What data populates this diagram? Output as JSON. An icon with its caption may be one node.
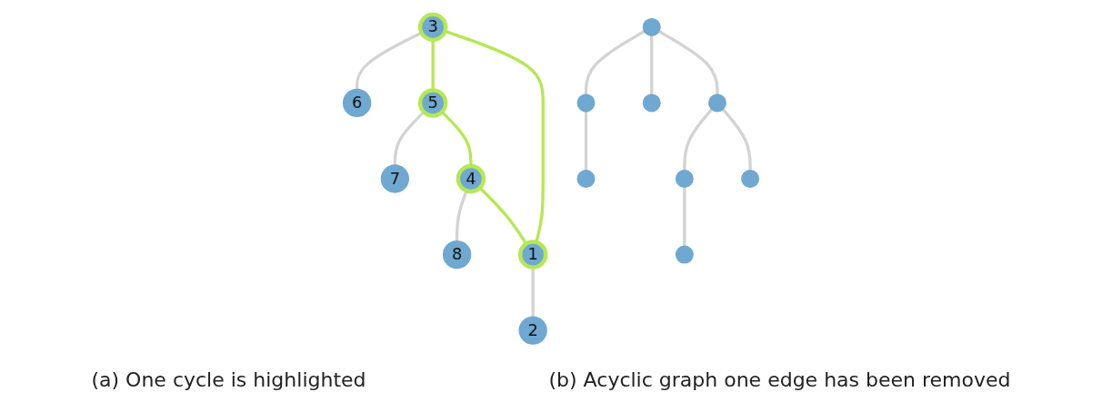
{
  "diagram": {
    "nodes": [
      {
        "text": [
          "1"
        ]
      },
      {
        "text": [
          "2"
        ]
      },
      {
        "text": [
          "3"
        ]
      },
      {
        "text": [
          "4"
        ]
      },
      {
        "text": [
          "5"
        ]
      },
      {
        "text": [
          "6"
        ]
      },
      {
        "text": [
          "7"
        ]
      },
      {
        "text": [
          "8"
        ]
      },
      {
        "text": [],
        "shape": "circle"
      },
      {
        "text": [],
        "shape": "circle"
      },
      {
        "text": [],
        "shape": "circle"
      },
      {
        "text": [],
        "shape": "circle"
      },
      {
        "text": [],
        "shape": "circle"
      },
      {
        "text": [],
        "shape": "circle"
      },
      {
        "text": [],
        "shape": "circle"
      },
      {
        "text": [],
        "shape": "circle"
      }
    ],
    "edges": [
      {
        "from": 2,
        "to": 5,
        "arrow": "none"
      },
      {
        "from": 2,
        "to": 4,
        "arrow": "none",
        "color": "#b5e853"
      },
      {
        "from": 2,
        "to": 0,
        "arrow": "none",
        "color": "#b5e853"
      },
      {
        "from": 4,
        "to": 6,
        "arrow": "none"
      },
      {
        "from": 4,
        "to": 3,
        "arrow": "none",
        "color": "#b5e853"
      },
      {
        "from": 3,
        "to": 7,
        "arrow": "none"
      },
      {
        "from": 3,
        "to": 0,
        "arrow": "none",
        "color": "#b5e853"
      },
      {
        "from": 0,
        "to": 1,
        "arrow": "none"
      },
      {
        "from": 10,
        "to": 12,
        "arrow": "none"
      },
      {
        "from": 10,
        "to": 13,
        "arrow": "none"
      },
      {
        "from": 10,
        "to": 8,
        "arrow": "none"
      },
      {
        "from": 12,
        "to": 14,
        "arrow": "none"
      },
      {
        "from": 8,
        "to": 11,
        "arrow": "none"
      },
      {
        "from": 11,
        "to": 15,
        "arrow": "none"
      },
      {
        "from": 8,
        "to": 9,
        "arrow": "none"
      }
    ],
    "labels": [
      "(a) One cycle is highlighted",
      "(b) Acyclic graph one edge has been removed"
    ]
  }
}
